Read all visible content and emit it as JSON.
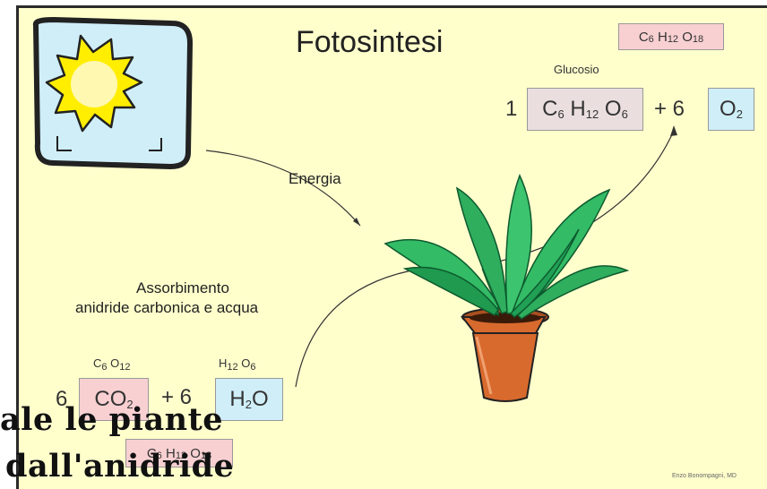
{
  "title": "Fotosintesi",
  "product": {
    "label": "Glucosio",
    "coef": "1",
    "formula": {
      "c": "C",
      "c_sub": "6",
      "h": "H",
      "h_sub": "12",
      "o": "O",
      "o_sub": "6"
    },
    "plus": "+ 6",
    "oxygen": {
      "o": "O",
      "o_sub": "2"
    }
  },
  "top_tag": {
    "c": "C",
    "c_sub": "6",
    "h": "H",
    "h_sub": "12",
    "o": "O",
    "o_sub": "18"
  },
  "energy_label": "Energia",
  "absorption": {
    "line1": "Assorbimento",
    "line2": "anidride carbonica e acqua"
  },
  "reactants": {
    "coef": "6",
    "co2": {
      "c": "C",
      "o": "O",
      "o_sub": "2"
    },
    "plus": "+ 6",
    "h2o": {
      "h": "H",
      "h_sub": "2",
      "o": "O"
    },
    "co2_note": {
      "c": "C",
      "c_sub": "6",
      "o": "O",
      "o_sub": "12"
    },
    "h2o_note": {
      "h": "H",
      "h_sub": "12",
      "o": "O",
      "o_sub": "6"
    }
  },
  "bottom_tag": {
    "c": "C",
    "c_sub": "6",
    "h": "H",
    "h_sub": "12",
    "o": "O",
    "o_sub": "18"
  },
  "credit": "Enzo Bonompagni, MD",
  "overlay_text": {
    "line1": "ale le piante",
    "line2": "dall'anidride"
  },
  "colors": {
    "background": "#ffffcc",
    "sky": "#cfeef8",
    "sun": "#ffee00",
    "leaf": "#33bb66",
    "pot": "#cc6633"
  }
}
